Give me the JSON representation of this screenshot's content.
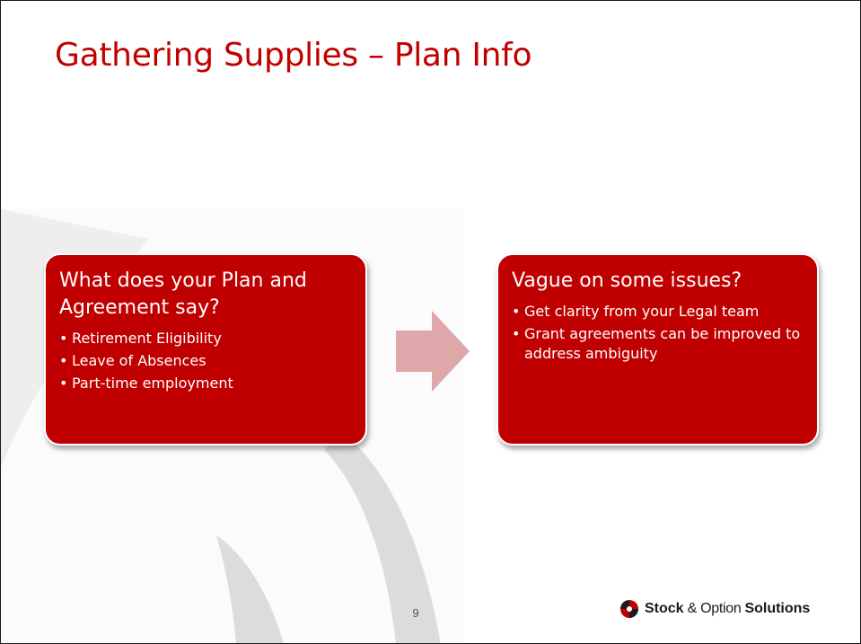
{
  "slide": {
    "title": "Gathering Supplies – Plan Info",
    "page_number": "9"
  },
  "left_card": {
    "heading": "What does your Plan and Agreement say?",
    "bullets": [
      "Retirement Eligibility",
      "Leave of Absences",
      "Part-time employment"
    ]
  },
  "right_card": {
    "heading": "Vague on some issues?",
    "bullets": [
      "Get clarity from your Legal team",
      "Grant agreements can be improved to address ambiguity"
    ]
  },
  "footer": {
    "logo_word_1": "Stock",
    "logo_word_2": "& Option",
    "logo_word_3": "Solutions"
  },
  "colors": {
    "accent": "#c00000",
    "arrow": "#dea8aa",
    "swoosh": "#e0e0e0"
  },
  "icons": {
    "arrow": "right-arrow-icon",
    "logo": "stock-option-solutions-logo-icon"
  }
}
